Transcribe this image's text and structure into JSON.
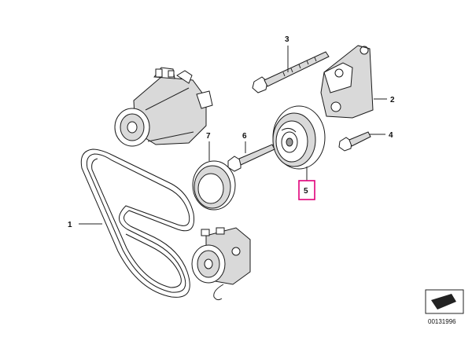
{
  "callouts": [
    {
      "id": "1",
      "label": "1"
    },
    {
      "id": "2",
      "label": "2"
    },
    {
      "id": "3",
      "label": "3"
    },
    {
      "id": "4",
      "label": "4"
    },
    {
      "id": "5",
      "label": "5"
    },
    {
      "id": "6",
      "label": "6"
    },
    {
      "id": "7",
      "label": "7"
    }
  ],
  "highlighted_callout": "5",
  "highlight_color": "#e0007a",
  "diagram_number": "00131996",
  "corner_icon": "arrow-box-icon"
}
